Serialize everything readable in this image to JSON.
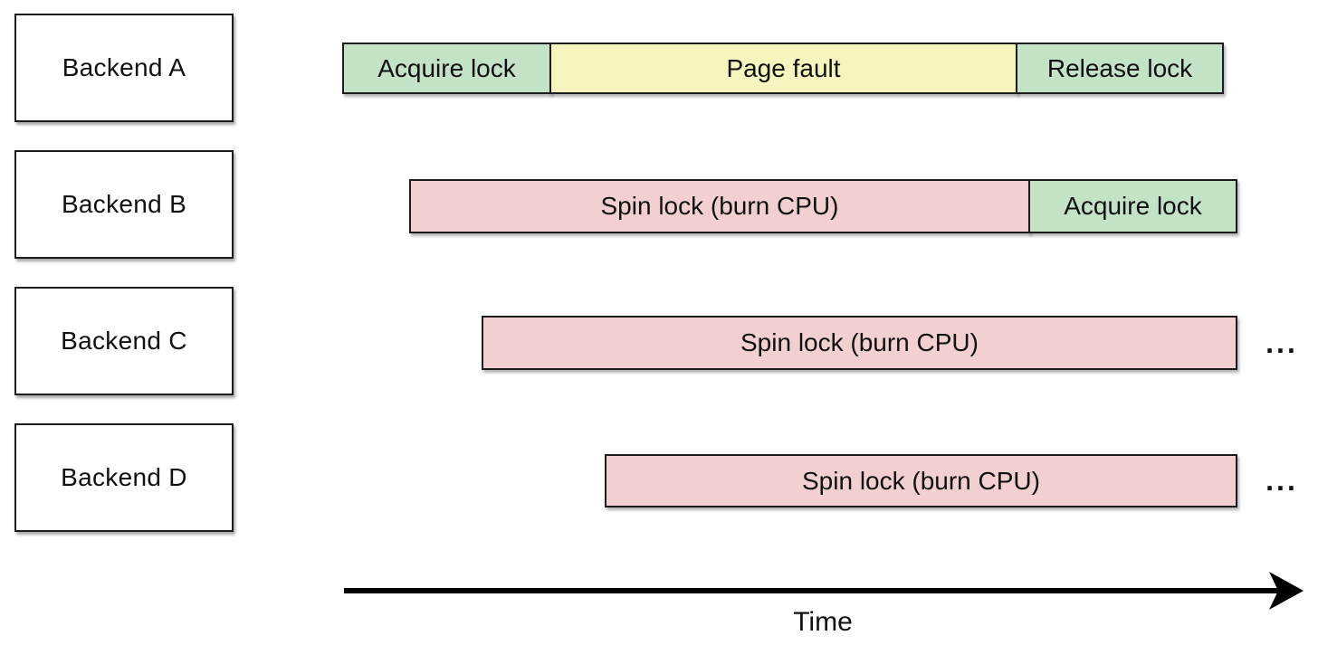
{
  "diagram": {
    "kind": "timeline",
    "lanes": [
      {
        "label": "Backend A",
        "segments": [
          {
            "label": "Acquire lock",
            "kind": "acquire-lock"
          },
          {
            "label": "Page fault",
            "kind": "page-fault"
          },
          {
            "label": "Release lock",
            "kind": "release-lock"
          }
        ],
        "ellipsis": ""
      },
      {
        "label": "Backend B",
        "segments": [
          {
            "label": "Spin lock (burn CPU)",
            "kind": "spin-lock"
          },
          {
            "label": "Acquire lock",
            "kind": "acquire-lock"
          }
        ],
        "ellipsis": ""
      },
      {
        "label": "Backend C",
        "segments": [
          {
            "label": "Spin lock (burn CPU)",
            "kind": "spin-lock"
          }
        ],
        "ellipsis": "..."
      },
      {
        "label": "Backend D",
        "segments": [
          {
            "label": "Spin lock (burn CPU)",
            "kind": "spin-lock"
          }
        ],
        "ellipsis": "..."
      }
    ],
    "axis": {
      "label": "Time"
    },
    "colors": {
      "lock_segment_fill": "#c4e2c5",
      "page_fault_fill": "#f5f5bd",
      "spin_lock_fill": "#f3d0d0",
      "border": "#1c1c1c",
      "background": "#ffffff",
      "text": "#111111"
    }
  }
}
